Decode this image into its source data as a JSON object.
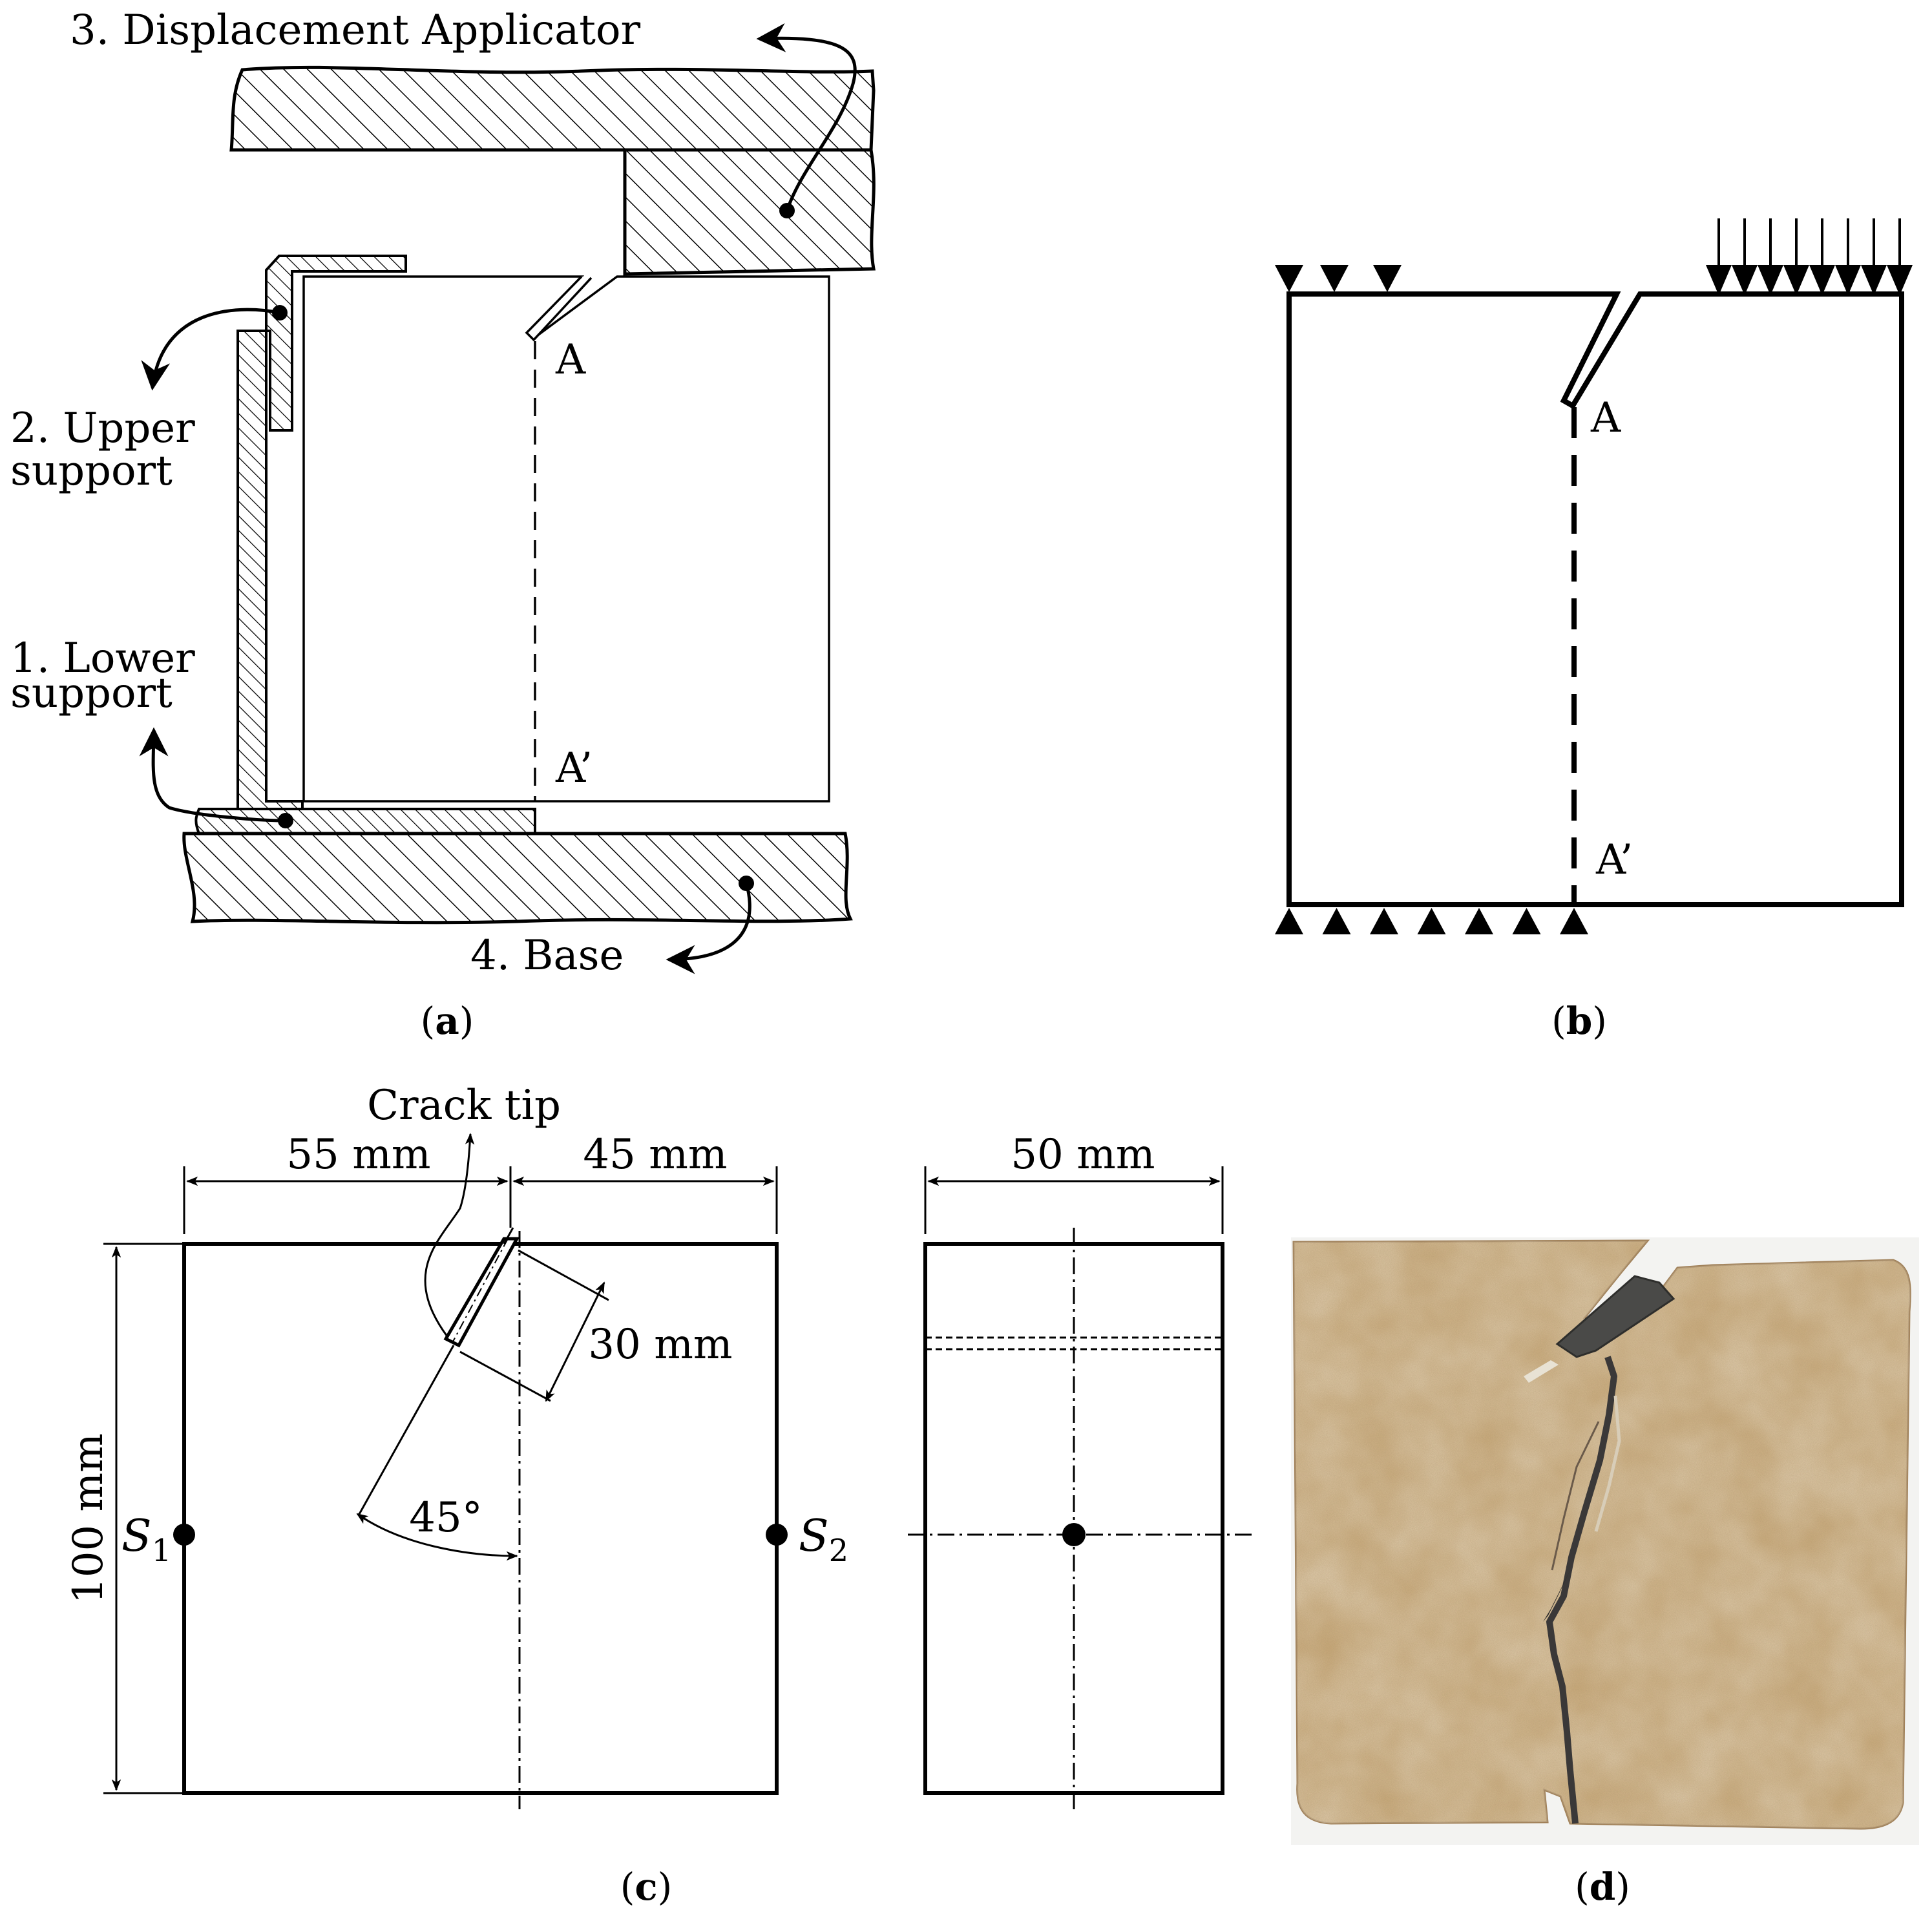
{
  "panel_a": {
    "caption_letter": "a",
    "labels": {
      "displacement_applicator": "3. Displacement Applicator",
      "upper_support_line1": "2. Upper",
      "upper_support_line2": "support",
      "lower_support_line1": "1. Lower",
      "lower_support_line2": "support",
      "base": "4. Base",
      "point_a": "A",
      "point_a_prime": "A’"
    }
  },
  "panel_b": {
    "caption_letter": "b",
    "labels": {
      "point_a": "A",
      "point_a_prime": "A’"
    }
  },
  "panel_c": {
    "caption_letter": "c",
    "labels": {
      "crack_tip": "Crack tip",
      "width_left": "55 mm",
      "width_right": "45 mm",
      "height": "100 mm",
      "crack_length": "30 mm",
      "angle": "45°",
      "sensor_1": "S",
      "sensor_1_sub": "1",
      "sensor_2": "S",
      "sensor_2_sub": "2",
      "thickness": "50 mm"
    }
  },
  "panel_d": {
    "caption_letter": "d",
    "photo_colors": {
      "stone": "#c8a878",
      "stone_dark": "#a08058",
      "crack": "#3a3838",
      "background": "#f3f3f1"
    }
  }
}
